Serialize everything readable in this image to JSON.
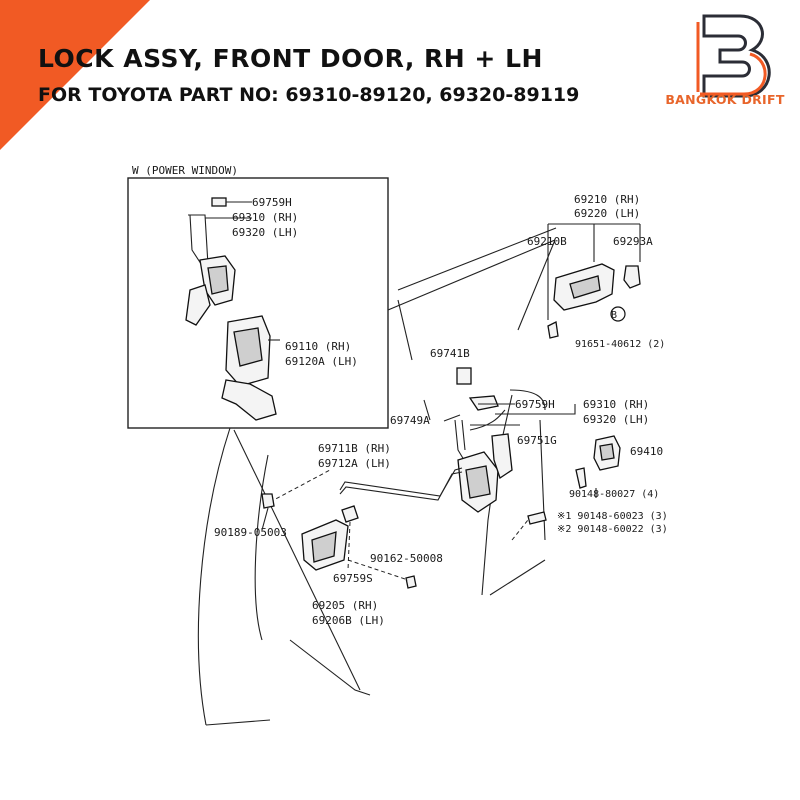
{
  "header": {
    "title": "LOCK ASSY, FRONT DOOR, RH + LH",
    "subtitle": "FOR TOYOTA PART NO: 69310-89120, 69320-89119"
  },
  "brand": {
    "name": "BANGKOK DRIFT",
    "accent_color": "#f15a24",
    "logo_icon": "b-letter-logo-icon"
  },
  "inset": {
    "title": "W (POWER WINDOW)",
    "labels": {
      "l69759h": "69759H",
      "l69310": "69310 (RH)",
      "l69320": "69320 (LH)",
      "l69110": "69110  (RH)",
      "l69120a": "69120A (LH)"
    }
  },
  "labels": {
    "l69210": "69210 (RH)",
    "l69220": "69220 (LH)",
    "l69210b": "69210B",
    "l69293a": "69293A",
    "l91651": "91651-40612 (2)",
    "l69741b": "69741B",
    "l69759h": "69759H",
    "l69310": "69310 (RH)",
    "l69320": "69320 (LH)",
    "l69749a": "69749A",
    "l69751g": "69751G",
    "l69410": "69410",
    "l69711b": "69711B (RH)",
    "l69712a": "69712A (LH)",
    "l90148_80027": "90148-80027 (4)",
    "l90148_60023": "※1 90148-60023 (3)",
    "l90148_60022": "※2 90148-60022 (3)",
    "l90189": "90189-05003",
    "l90162": "90162-50008",
    "l69759s": "69759S",
    "l69205": "69205  (RH)",
    "l69206b": "69206B (LH)"
  },
  "marker": "B"
}
